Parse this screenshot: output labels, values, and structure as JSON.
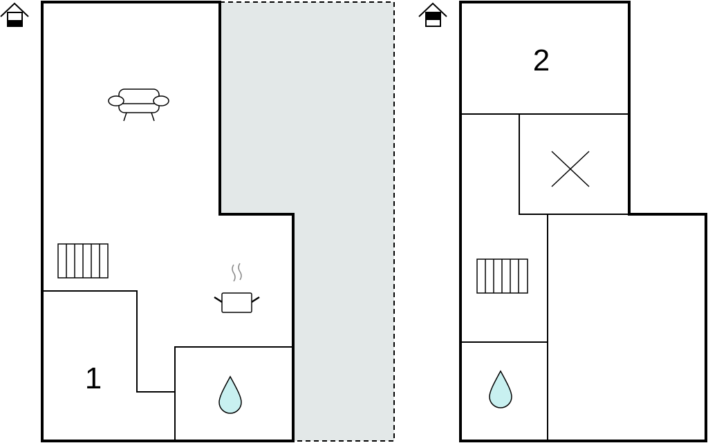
{
  "floors": [
    {
      "name": "ground-floor",
      "room_label": "1",
      "icons": [
        "sofa-icon",
        "radiator-icon",
        "cooking-pot-icon",
        "water-drop-icon",
        "floor-indicator-icon"
      ]
    },
    {
      "name": "upper-floor",
      "room_label": "2",
      "icons": [
        "void-x-icon",
        "radiator-icon",
        "water-drop-icon",
        "floor-indicator-icon"
      ]
    }
  ],
  "colors": {
    "wall": "#000000",
    "terrace": "#e3e8e8",
    "water": "#c8f0f0"
  }
}
